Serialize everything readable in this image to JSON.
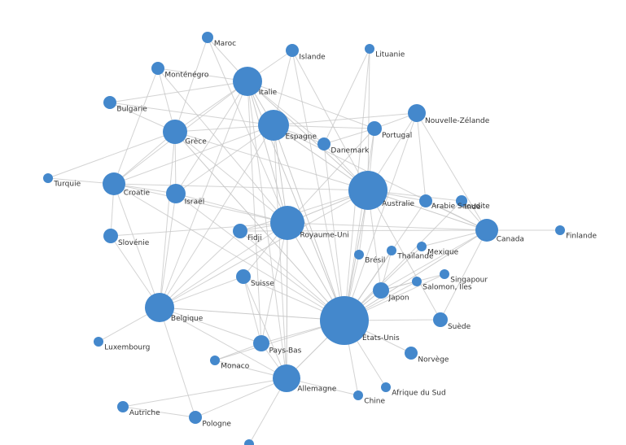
{
  "diagram": {
    "type": "force-directed-network",
    "colors": {
      "node": "#4488cc",
      "edge": "#c4c4c4",
      "label": "#333333"
    },
    "nodes": [
      {
        "id": "maroc",
        "label": "Maroc"
      },
      {
        "id": "islande",
        "label": "Islande"
      },
      {
        "id": "lituanie",
        "label": "Lituanie"
      },
      {
        "id": "montenegro",
        "label": "Monténégro"
      },
      {
        "id": "italie",
        "label": "Italie"
      },
      {
        "id": "bulgarie",
        "label": "Bulgarie"
      },
      {
        "id": "nouvelle-zelande",
        "label": "Nouvelle-Zélande"
      },
      {
        "id": "espagne",
        "label": "Espagne"
      },
      {
        "id": "portugal",
        "label": "Portugal"
      },
      {
        "id": "grece",
        "label": "Grèce"
      },
      {
        "id": "danemark",
        "label": "Danemark"
      },
      {
        "id": "turquie",
        "label": "Turquie"
      },
      {
        "id": "croatie",
        "label": "Croatie"
      },
      {
        "id": "israel",
        "label": "Israël"
      },
      {
        "id": "australie",
        "label": "Australie"
      },
      {
        "id": "arabie-saoudite",
        "label": "Arabie Saoudite"
      },
      {
        "id": "inde",
        "label": "Inde"
      },
      {
        "id": "canada",
        "label": "Canada"
      },
      {
        "id": "finlande",
        "label": "Finlande"
      },
      {
        "id": "fidji",
        "label": "Fidji"
      },
      {
        "id": "royaume-uni",
        "label": "Royaume-Uni"
      },
      {
        "id": "slovenie",
        "label": "Slovénie"
      },
      {
        "id": "bresil",
        "label": "Brésil"
      },
      {
        "id": "thailande",
        "label": "Thaïlande"
      },
      {
        "id": "mexique",
        "label": "Mexique"
      },
      {
        "id": "singapour",
        "label": "Singapour"
      },
      {
        "id": "suisse",
        "label": "Suisse"
      },
      {
        "id": "salomon",
        "label": "Salomon, Îles"
      },
      {
        "id": "japon",
        "label": "Japon"
      },
      {
        "id": "belgique",
        "label": "Belgique"
      },
      {
        "id": "suede",
        "label": "Suède"
      },
      {
        "id": "etats-unis",
        "label": "États-Unis"
      },
      {
        "id": "luxembourg",
        "label": "Luxembourg"
      },
      {
        "id": "pays-bas",
        "label": "Pays-Bas"
      },
      {
        "id": "norvege",
        "label": "Norvège"
      },
      {
        "id": "monaco",
        "label": "Monaco"
      },
      {
        "id": "allemagne",
        "label": "Allemagne"
      },
      {
        "id": "afrique-du-sud",
        "label": "Afrique du Sud"
      },
      {
        "id": "chine",
        "label": "Chine"
      },
      {
        "id": "autriche",
        "label": "Autriche"
      },
      {
        "id": "pologne",
        "label": "Pologne"
      },
      {
        "id": "unlabeled-bottom",
        "label": ""
      }
    ],
    "edges": [
      [
        "etats-unis",
        "australie",
        3
      ],
      [
        "etats-unis",
        "royaume-uni",
        3
      ],
      [
        "etats-unis",
        "espagne",
        3
      ],
      [
        "etats-unis",
        "italie",
        2
      ],
      [
        "etats-unis",
        "allemagne",
        2
      ],
      [
        "etats-unis",
        "canada",
        2
      ],
      [
        "etats-unis",
        "japon",
        2
      ],
      [
        "etats-unis",
        "belgique",
        2
      ],
      [
        "etats-unis",
        "grece",
        2
      ],
      [
        "etats-unis",
        "bresil",
        1
      ],
      [
        "etats-unis",
        "thailande",
        1
      ],
      [
        "etats-unis",
        "mexique",
        1
      ],
      [
        "etats-unis",
        "singapour",
        1
      ],
      [
        "etats-unis",
        "salomon",
        1
      ],
      [
        "etats-unis",
        "suede",
        1
      ],
      [
        "etats-unis",
        "norvege",
        1
      ],
      [
        "etats-unis",
        "chine",
        1
      ],
      [
        "etats-unis",
        "afrique-du-sud",
        1
      ],
      [
        "etats-unis",
        "pays-bas",
        1
      ],
      [
        "etats-unis",
        "suisse",
        1
      ],
      [
        "etats-unis",
        "fidji",
        1
      ],
      [
        "etats-unis",
        "portugal",
        1
      ],
      [
        "etats-unis",
        "nouvelle-zelande",
        1
      ],
      [
        "etats-unis",
        "arabie-saoudite",
        1
      ],
      [
        "etats-unis",
        "inde",
        1
      ],
      [
        "etats-unis",
        "israel",
        1
      ],
      [
        "etats-unis",
        "croatie",
        1
      ],
      [
        "etats-unis",
        "danemark",
        1
      ],
      [
        "etats-unis",
        "lituanie",
        1
      ],
      [
        "etats-unis",
        "islande",
        1
      ],
      [
        "etats-unis",
        "monaco",
        1
      ],
      [
        "australie",
        "royaume-uni",
        2
      ],
      [
        "australie",
        "espagne",
        2
      ],
      [
        "australie",
        "italie",
        2
      ],
      [
        "australie",
        "canada",
        2
      ],
      [
        "australie",
        "nouvelle-zelande",
        1
      ],
      [
        "australie",
        "portugal",
        1
      ],
      [
        "australie",
        "japon",
        1
      ],
      [
        "australie",
        "grece",
        1
      ],
      [
        "australie",
        "danemark",
        1
      ],
      [
        "australie",
        "arabie-saoudite",
        1
      ],
      [
        "australie",
        "inde",
        1
      ],
      [
        "australie",
        "bresil",
        1
      ],
      [
        "australie",
        "croatie",
        1
      ],
      [
        "australie",
        "belgique",
        1
      ],
      [
        "australie",
        "fidji",
        1
      ],
      [
        "australie",
        "islande",
        1
      ],
      [
        "australie",
        "lituanie",
        1
      ],
      [
        "australie",
        "suede",
        1
      ],
      [
        "royaume-uni",
        "espagne",
        2
      ],
      [
        "royaume-uni",
        "italie",
        2
      ],
      [
        "royaume-uni",
        "allemagne",
        2
      ],
      [
        "royaume-uni",
        "belgique",
        1
      ],
      [
        "royaume-uni",
        "grece",
        1
      ],
      [
        "royaume-uni",
        "croatie",
        1
      ],
      [
        "royaume-uni",
        "israel",
        1
      ],
      [
        "royaume-uni",
        "canada",
        1
      ],
      [
        "royaume-uni",
        "pays-bas",
        1
      ],
      [
        "royaume-uni",
        "suisse",
        1
      ],
      [
        "royaume-uni",
        "fidji",
        1
      ],
      [
        "royaume-uni",
        "maroc",
        1
      ],
      [
        "royaume-uni",
        "montenegro",
        1
      ],
      [
        "royaume-uni",
        "slovenie",
        1
      ],
      [
        "royaume-uni",
        "portugal",
        1
      ],
      [
        "espagne",
        "italie",
        2
      ],
      [
        "espagne",
        "grece",
        1
      ],
      [
        "espagne",
        "portugal",
        1
      ],
      [
        "espagne",
        "croatie",
        1
      ],
      [
        "espagne",
        "belgique",
        1
      ],
      [
        "espagne",
        "allemagne",
        1
      ],
      [
        "espagne",
        "danemark",
        1
      ],
      [
        "espagne",
        "israel",
        1
      ],
      [
        "espagne",
        "canada",
        1
      ],
      [
        "espagne",
        "nouvelle-zelande",
        1
      ],
      [
        "espagne",
        "bulgarie",
        1
      ],
      [
        "italie",
        "grece",
        1
      ],
      [
        "italie",
        "croatie",
        1
      ],
      [
        "italie",
        "montenegro",
        1
      ],
      [
        "italie",
        "maroc",
        1
      ],
      [
        "italie",
        "islande",
        1
      ],
      [
        "italie",
        "belgique",
        1
      ],
      [
        "italie",
        "allemagne",
        1
      ],
      [
        "italie",
        "israel",
        1
      ],
      [
        "italie",
        "bulgarie",
        1
      ],
      [
        "italie",
        "pays-bas",
        1
      ],
      [
        "italie",
        "danemark",
        1
      ],
      [
        "italie",
        "portugal",
        1
      ],
      [
        "grece",
        "croatie",
        1
      ],
      [
        "grece",
        "montenegro",
        1
      ],
      [
        "grece",
        "bulgarie",
        1
      ],
      [
        "grece",
        "israel",
        1
      ],
      [
        "grece",
        "turquie",
        1
      ],
      [
        "grece",
        "belgique",
        1
      ],
      [
        "croatie",
        "slovenie",
        1
      ],
      [
        "croatie",
        "montenegro",
        1
      ],
      [
        "croatie",
        "turquie",
        1
      ],
      [
        "croatie",
        "israel",
        1
      ],
      [
        "croatie",
        "belgique",
        1
      ],
      [
        "belgique",
        "allemagne",
        1
      ],
      [
        "belgique",
        "pays-bas",
        1
      ],
      [
        "belgique",
        "luxembourg",
        1
      ],
      [
        "belgique",
        "pologne",
        1
      ],
      [
        "belgique",
        "slovenie",
        1
      ],
      [
        "belgique",
        "israel",
        1
      ],
      [
        "belgique",
        "fidji",
        1
      ],
      [
        "belgique",
        "suisse",
        1
      ],
      [
        "allemagne",
        "pays-bas",
        1
      ],
      [
        "allemagne",
        "pologne",
        1
      ],
      [
        "allemagne",
        "autriche",
        1
      ],
      [
        "allemagne",
        "chine",
        1
      ],
      [
        "allemagne",
        "unlabeled-bottom",
        1
      ],
      [
        "allemagne",
        "suisse",
        1
      ],
      [
        "allemagne",
        "monaco",
        1
      ],
      [
        "canada",
        "finlande",
        1
      ],
      [
        "canada",
        "inde",
        1
      ],
      [
        "canada",
        "arabie-saoudite",
        1
      ],
      [
        "canada",
        "mexique",
        1
      ],
      [
        "canada",
        "japon",
        1
      ],
      [
        "canada",
        "nouvelle-zelande",
        1
      ],
      [
        "canada",
        "suede",
        1
      ],
      [
        "canada",
        "fidji",
        1
      ],
      [
        "japon",
        "thailande",
        1
      ],
      [
        "japon",
        "singapour",
        1
      ],
      [
        "japon",
        "salomon",
        1
      ],
      [
        "portugal",
        "danemark",
        1
      ],
      [
        "portugal",
        "nouvelle-zelande",
        1
      ],
      [
        "pays-bas",
        "suisse",
        1
      ],
      [
        "pays-bas",
        "monaco",
        1
      ],
      [
        "pologne",
        "autriche",
        1
      ],
      [
        "nouvelle-zelande",
        "arabie-saoudite",
        1
      ],
      [
        "lituanie",
        "danemark",
        1
      ],
      [
        "islande",
        "espagne",
        1
      ],
      [
        "maroc",
        "grece",
        1
      ]
    ]
  }
}
